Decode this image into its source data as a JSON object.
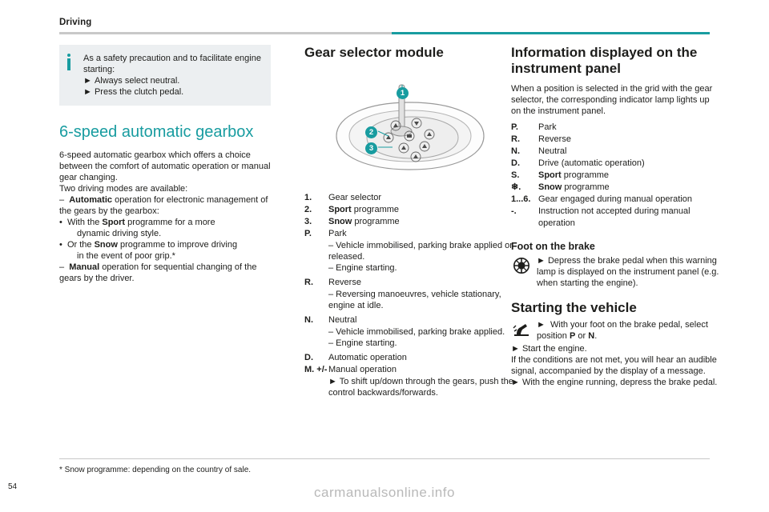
{
  "header": {
    "title": "Driving"
  },
  "note": {
    "text": "As a safety precaution and to facilitate engine starting:",
    "bullets": [
      "Always select neutral.",
      "Press the clutch pedal."
    ]
  },
  "column1": {
    "heading": "6-speed automatic gearbox",
    "intro": "6-speed automatic gearbox which offers a choice between the comfort of automatic operation or manual gear changing.",
    "modes_intro": "Two driving modes are available:",
    "mode_auto": "–  Automatic operation for electronic management of the gears by the gearbox:",
    "mode_auto_b1": "With the Sport programme for a more dynamic driving style.",
    "mode_auto_b2": "Or the Snow programme to improve driving in the event of poor grip.*",
    "mode_manual": "–  Manual operation for sequential changing of the gears by the driver."
  },
  "column2": {
    "heading": "Gear selector module",
    "callouts": [
      "1",
      "2",
      "3"
    ],
    "legend": [
      {
        "key": "1.",
        "value": "Gear selector",
        "sub": []
      },
      {
        "key": "2.",
        "value": "Sport programme",
        "sub": [],
        "bold_value": true
      },
      {
        "key": "3.",
        "value": "Snow programme",
        "sub": [],
        "bold_value": true
      },
      {
        "key": "P.",
        "value": "Park",
        "sub": [
          "–  Vehicle immobilised, parking brake applied or released.",
          "–  Engine starting."
        ]
      },
      {
        "key": "R.",
        "value": "Reverse",
        "sub": [
          "–  Reversing manoeuvres, vehicle stationary, engine at idle."
        ]
      },
      {
        "key": "N.",
        "value": "Neutral",
        "sub": [
          "–  Vehicle immobilised, parking brake applied.",
          "–  Engine starting."
        ]
      },
      {
        "key": "D.",
        "value": "Automatic operation",
        "sub": []
      },
      {
        "key": "M. +/-",
        "value": "Manual operation",
        "sub": [
          "►  To shift up/down through the gears, push the control backwards/forwards."
        ]
      }
    ]
  },
  "column3": {
    "heading": "Information displayed on the instrument panel",
    "intro": "When a position is selected in the grid with the gear selector, the corresponding indicator lamp lights up on the instrument panel.",
    "table": [
      {
        "key": "P.",
        "value": "Park"
      },
      {
        "key": "R.",
        "value": "Reverse"
      },
      {
        "key": "N.",
        "value": "Neutral"
      },
      {
        "key": "D.",
        "value": "Drive (automatic operation)"
      },
      {
        "key": "S.",
        "value": "Sport programme"
      },
      {
        "key": "❄.",
        "value": "Snow programme"
      },
      {
        "key": "1...6.",
        "value": "Gear engaged during manual operation"
      },
      {
        "key": "-.",
        "value": "Instruction not accepted during manual operation"
      }
    ],
    "brake_heading": "Foot on the brake",
    "brake_text": "►  Depress the brake pedal when this warning lamp is displayed on the instrument panel (e.g. when starting the engine).",
    "start_heading": "Starting the vehicle",
    "start_text": "►  With your foot on the brake pedal, select position P or N.",
    "start_line2": "►  Start the engine.",
    "start_line3": "If the conditions are not met, you will hear an audible signal, accompanied by the display of a message.",
    "start_line4": "►  With the engine running, depress the brake pedal."
  },
  "footer": {
    "footnote": "* Snow programme: depending on the country of sale.",
    "page_number": "54",
    "watermark": "carmanualsonline.info"
  },
  "colors": {
    "accent": "#189ca0",
    "note_bg": "#eceff1",
    "rule": "#c8c8c8"
  }
}
